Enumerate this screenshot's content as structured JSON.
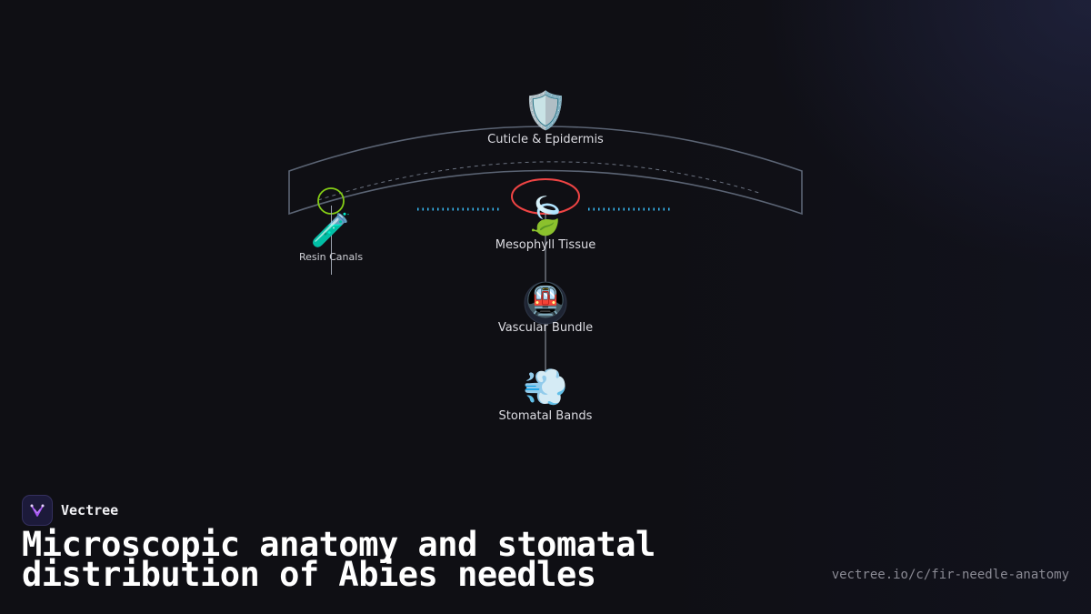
{
  "brand": {
    "name": "Vectree",
    "logo_icon": "vectree-logo-icon",
    "accent": "#a855f7"
  },
  "title": "Microscopic anatomy and stomatal distribution of Abies needles",
  "url": "vectree.io/c/fir-needle-anatomy",
  "colors": {
    "band_stroke": "#5b6474",
    "dashed_arc": "#6b7280",
    "stomata_dots": "#38bdf8",
    "highlight_ring": "#ef4444",
    "resin_ring": "#84cc16",
    "connector": "#9ca3af"
  },
  "nodes": {
    "cuticle": {
      "label": "Cuticle & Epidermis",
      "icon": "🛡️",
      "icon_name": "shield-icon"
    },
    "resin": {
      "label": "Resin Canals",
      "icon": "🧪",
      "icon_name": "test-tube-icon"
    },
    "mesophyll": {
      "label": "Mesophyll Tissue",
      "icon": "🍃",
      "icon_name": "leaf-icon"
    },
    "vascular": {
      "label": "Vascular Bundle",
      "icon": "🚇",
      "icon_name": "metro-train-icon"
    },
    "stomatal": {
      "label": "Stomatal Bands",
      "icon": "💨",
      "icon_name": "wind-icon"
    }
  }
}
